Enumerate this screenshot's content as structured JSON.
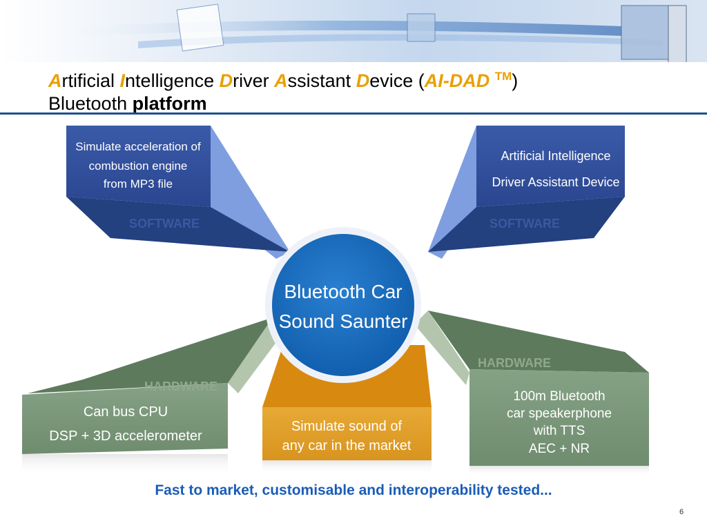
{
  "title": {
    "line1": [
      {
        "cap": "A",
        "rest": "rtificial "
      },
      {
        "cap": "I",
        "rest": "ntelligence "
      },
      {
        "cap": "D",
        "rest": "river "
      },
      {
        "cap": "A",
        "rest": "ssistant "
      },
      {
        "cap": "D",
        "rest": "evice ("
      }
    ],
    "acronym": "AI-DAD",
    "tm": "TM",
    "close": ")",
    "line2_plain": "Bluetooth",
    "line2_bold": "platform"
  },
  "hub": {
    "line1": "Bluetooth Car",
    "line2": "Sound Saunter"
  },
  "boxes": {
    "top_left": {
      "lines": [
        "Simulate acceleration of",
        "combustion engine",
        "from MP3 file"
      ],
      "category": "SOFTWARE"
    },
    "top_right": {
      "lines": [
        "Artificial Intelligence",
        "Driver Assistant Device"
      ],
      "category": "SOFTWARE"
    },
    "bottom_left": {
      "lines": [
        "Can bus CPU",
        "DSP + 3D accelerometer"
      ],
      "category": "HARDWARE"
    },
    "bottom_center": {
      "lines": [
        "Simulate sound of",
        "any car in the market"
      ]
    },
    "bottom_right": {
      "lines": [
        "100m Bluetooth",
        "car speakerphone",
        "with TTS",
        "AEC + NR"
      ],
      "category": "HARDWARE"
    }
  },
  "footer": "Fast to market, customisable and interoperability tested...",
  "page_number": "6",
  "colors": {
    "accent": "#e8a000",
    "rule": "#1b4f8f",
    "footer": "#1a5cb8",
    "software_blue": "#3e5fae",
    "hub_blue": "#1a6bbf",
    "hardware_green": "#7d9a7d",
    "center_orange": "#e0a030"
  }
}
